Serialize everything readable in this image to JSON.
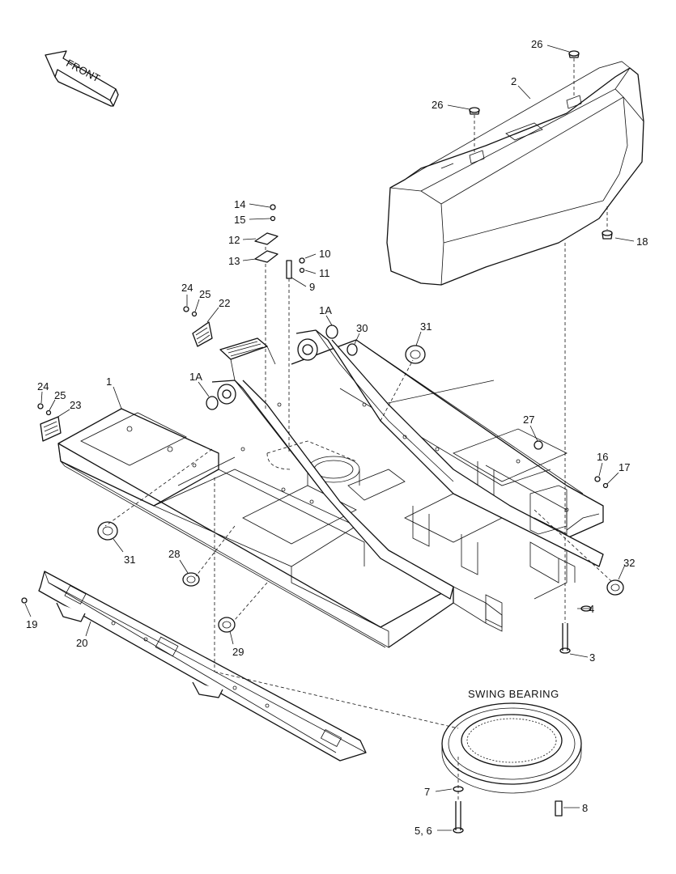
{
  "diagram": {
    "front_arrow_label": "FRONT",
    "swing_bearing_title": "SWING BEARING",
    "callouts": [
      {
        "id": "c26a",
        "text": "26"
      },
      {
        "id": "c2",
        "text": "2"
      },
      {
        "id": "c26b",
        "text": "26"
      },
      {
        "id": "c18",
        "text": "18"
      },
      {
        "id": "c14",
        "text": "14"
      },
      {
        "id": "c15",
        "text": "15"
      },
      {
        "id": "c12",
        "text": "12"
      },
      {
        "id": "c13",
        "text": "13"
      },
      {
        "id": "c10",
        "text": "10"
      },
      {
        "id": "c11",
        "text": "11"
      },
      {
        "id": "c9",
        "text": "9"
      },
      {
        "id": "c24a",
        "text": "24"
      },
      {
        "id": "c25a",
        "text": "25"
      },
      {
        "id": "c22",
        "text": "22"
      },
      {
        "id": "c1Aa",
        "text": "1A"
      },
      {
        "id": "c30",
        "text": "30"
      },
      {
        "id": "c31a",
        "text": "31"
      },
      {
        "id": "c1",
        "text": "1"
      },
      {
        "id": "c1Ab",
        "text": "1A"
      },
      {
        "id": "c24b",
        "text": "24"
      },
      {
        "id": "c25b",
        "text": "25"
      },
      {
        "id": "c23",
        "text": "23"
      },
      {
        "id": "c27",
        "text": "27"
      },
      {
        "id": "c16",
        "text": "16"
      },
      {
        "id": "c17",
        "text": "17"
      },
      {
        "id": "c31b",
        "text": "31"
      },
      {
        "id": "c28",
        "text": "28"
      },
      {
        "id": "c32",
        "text": "32"
      },
      {
        "id": "c4",
        "text": "4"
      },
      {
        "id": "c3",
        "text": "3"
      },
      {
        "id": "c29",
        "text": "29"
      },
      {
        "id": "c19",
        "text": "19"
      },
      {
        "id": "c20",
        "text": "20"
      },
      {
        "id": "c7",
        "text": "7"
      },
      {
        "id": "c8",
        "text": "8"
      },
      {
        "id": "c56",
        "text": "5, 6"
      }
    ]
  }
}
